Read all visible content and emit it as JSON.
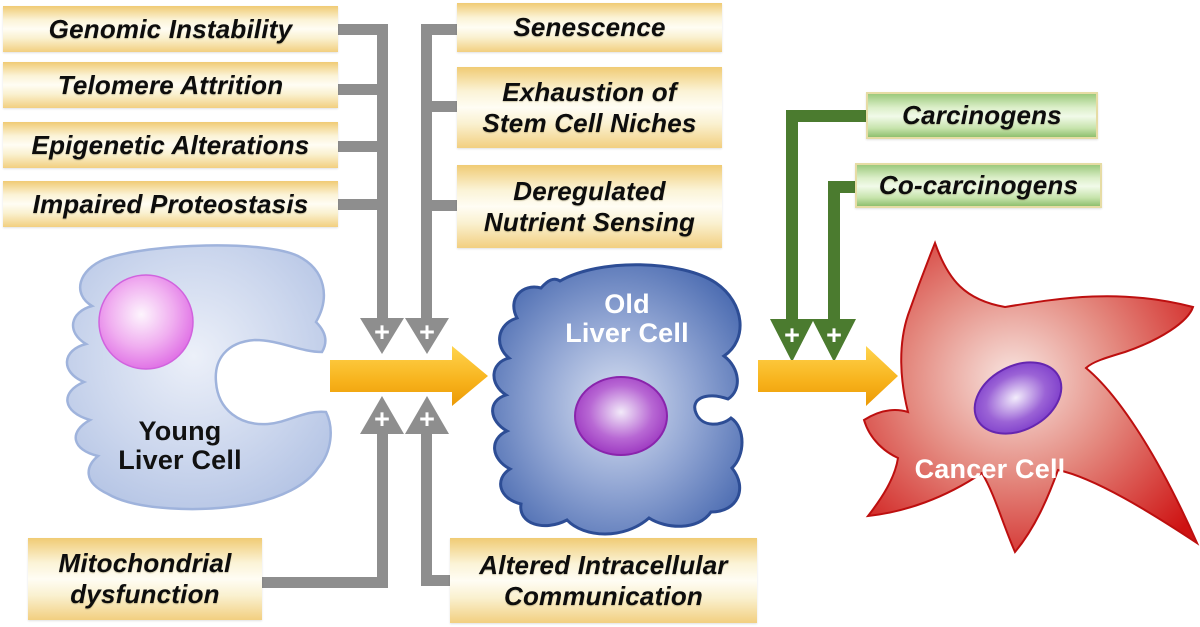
{
  "figure": {
    "hallmarks_left": [
      "Genomic Instability",
      "Telomere Attrition",
      "Epigenetic Alterations",
      "Impaired Proteostasis"
    ],
    "hallmarks_middle": [
      "Senescence",
      "Exhaustion of\nStem Cell Niches",
      "Deregulated\nNutrient Sensing"
    ],
    "hallmarks_bottom": [
      "Mitochondrial\ndysfunction",
      "Altered Intracellular\nCommunication"
    ],
    "carcinogen_labels": [
      "Carcinogens",
      "Co-carcinogens"
    ],
    "cells": {
      "young": "Young\nLiver Cell",
      "old": "Old\nLiver Cell",
      "cancer": "Cancer Cell"
    },
    "plus": "+",
    "colors": {
      "hallmark_box_gold": "#F2CE7C",
      "carcinogen_box_green": "#9CCA7D",
      "connector_gray": "#8E8E8E",
      "connector_green": "#4B7B2F",
      "transition_arrow_orange": "#F5A80E",
      "young_cell_blue": "#B5C4E5",
      "old_cell_blue": "#3E62AC",
      "cancer_cell_red": "#CF1212",
      "young_nucleus_pink": "#E072E6",
      "old_nucleus_purple": "#9A2CBE",
      "cancer_nucleus_purple": "#7734CA"
    }
  }
}
